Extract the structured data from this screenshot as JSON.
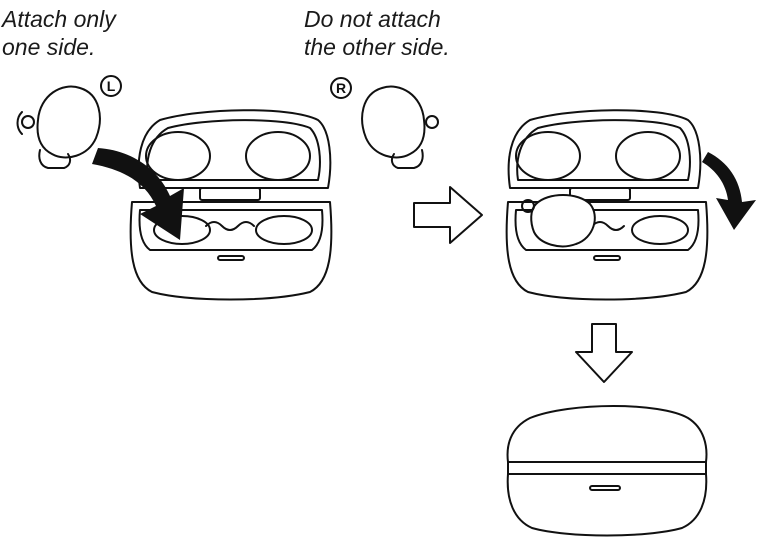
{
  "captions": {
    "left_line1": "Attach only",
    "left_line2": "one side.",
    "right_line1": "Do not attach",
    "right_line2": "the other side."
  },
  "side_marks": {
    "left": "L",
    "right": "R"
  },
  "colors": {
    "line": "#111111",
    "fill": "#ffffff",
    "arrow_fill": "#111111"
  }
}
